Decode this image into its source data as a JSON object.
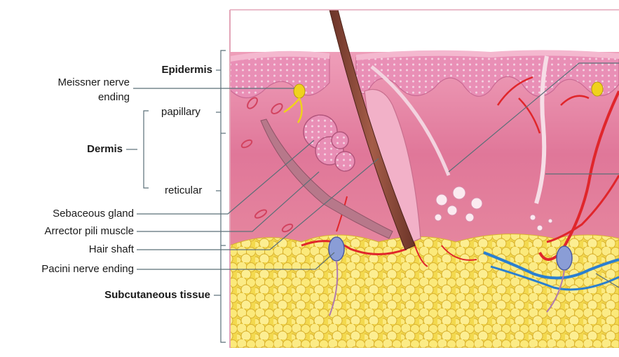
{
  "labels": {
    "epidermis": "Epidermis",
    "meissner_line1": "Meissner nerve",
    "meissner_line2": "ending",
    "papillary": "papillary",
    "dermis": "Dermis",
    "reticular": "reticular",
    "sebaceous_gland": "Sebaceous gland",
    "arrector_pili": "Arrector pili muscle",
    "hair_shaft": "Hair shaft",
    "pacini": "Pacini nerve ending",
    "subcutaneous": "Subcutaneous tissue"
  },
  "colors": {
    "epidermis": "#e48fb4",
    "dermis": "#e27fa0",
    "subcutaneous": "#f6e46a",
    "hair": "#8b4a3a",
    "artery": "#e0262b",
    "vein": "#2a7fd0",
    "nerve": "#f0d21c",
    "leader": "#5b6f78"
  }
}
